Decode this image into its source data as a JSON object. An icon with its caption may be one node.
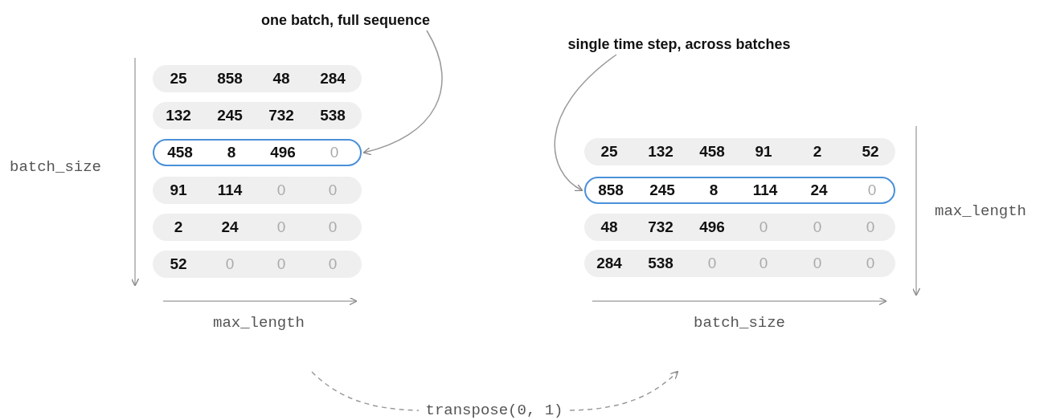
{
  "diagram": {
    "nodes": [
      {
        "text": [
          "one batch, full sequence"
        ]
      },
      {
        "text": [
          "single time step, across batches"
        ]
      },
      {
        "text": [
          "25",
          "858",
          "48",
          "284"
        ]
      },
      {
        "text": [
          "132",
          "245",
          "732",
          "538"
        ]
      },
      {
        "text": [
          "458",
          "8",
          "496",
          "0"
        ]
      },
      {
        "text": [
          "91",
          "114",
          "0",
          "0"
        ]
      },
      {
        "text": [
          "2",
          "24",
          "0",
          "0"
        ]
      },
      {
        "text": [
          "52",
          "0",
          "0",
          "0"
        ]
      },
      {
        "text": [
          "25",
          "132",
          "458",
          "91",
          "2",
          "52"
        ]
      },
      {
        "text": [
          "858",
          "245",
          "8",
          "114",
          "24",
          "0"
        ]
      },
      {
        "text": [
          "48",
          "732",
          "496",
          "0",
          "0",
          "0"
        ]
      },
      {
        "text": [
          "284",
          "538",
          "0",
          "0",
          "0",
          "0"
        ]
      },
      {
        "text": [
          "transpose(0, 1)"
        ]
      }
    ],
    "edges": [
      {
        "from": 0,
        "to": 4,
        "arrow": "to"
      },
      {
        "from": 1,
        "to": 9,
        "arrow": "to"
      },
      {
        "from": null,
        "to": 12,
        "arrow": "none",
        "style": "dashed"
      },
      {
        "from": 12,
        "to": null,
        "arrow": "to",
        "style": "dashed"
      }
    ],
    "labels": [
      "batch_size",
      "max_length",
      "max_length",
      "batch_size"
    ]
  }
}
